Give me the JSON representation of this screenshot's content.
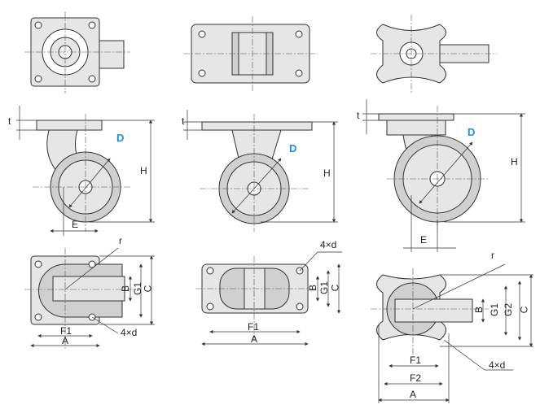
{
  "labels": {
    "t": "t",
    "D": "D",
    "H": "H",
    "E": "E",
    "r": "r",
    "B": "B",
    "G1": "G1",
    "G2": "G2",
    "C": "C",
    "F1": "F1",
    "F2": "F2",
    "A": "A",
    "four_d": "4×d"
  },
  "colors": {
    "accent": "#1e8fe0",
    "fill": "#e6e6e6",
    "line": "#333333"
  }
}
